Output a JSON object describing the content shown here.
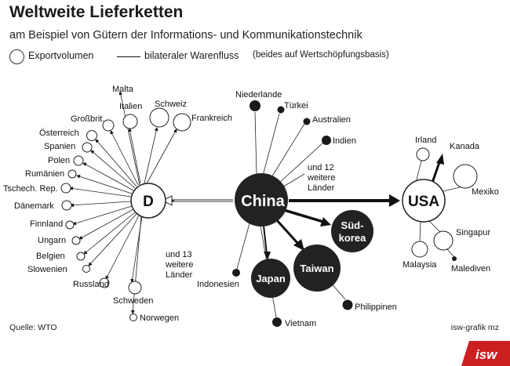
{
  "title": "Weltweite Lieferketten",
  "subtitle": "am Beispiel von Gütern der Informations- und Kommunikationstechnik",
  "legend": {
    "export_volume": "Exportvolumen",
    "flow": "bilateraler Warenfluss",
    "note": "(beides auf Wertschöpfungsbasis)"
  },
  "hubs": {
    "germany": "D",
    "china": "China",
    "usa": "USA",
    "suedkorea_line1": "Süd-",
    "suedkorea_line2": "korea",
    "taiwan": "Taiwan",
    "japan": "Japan"
  },
  "germany_partners": [
    "Malta",
    "Italien",
    "Schweiz",
    "Großbrit.",
    "Frankreich",
    "Österreich",
    "Spanien",
    "Polen",
    "Rumänien",
    "Tschech. Rep.",
    "Dänemark",
    "Finnland",
    "Ungarn",
    "Belgien",
    "Slowenien",
    "Russland",
    "Schweden",
    "Norwegen"
  ],
  "germany_more": [
    "und 13",
    "weitere",
    "Länder"
  ],
  "china_partners": [
    "Niederlande",
    "Türkei",
    "Australien",
    "Indien",
    "Indonesien",
    "Vietnam",
    "Philippinen"
  ],
  "china_more": [
    "und 12",
    "weitere",
    "Länder"
  ],
  "usa_partners": [
    "Irland",
    "Kanada",
    "Mexiko",
    "Singapur",
    "Malaysia",
    "Malediven"
  ],
  "source": "Quelle: WTO",
  "credit": "isw-grafik mz",
  "logo": "isw",
  "colors": {
    "hub_dark": "#222222",
    "line": "#111111",
    "background": "#ffffff",
    "logo_bg": "#cc1f1f"
  }
}
